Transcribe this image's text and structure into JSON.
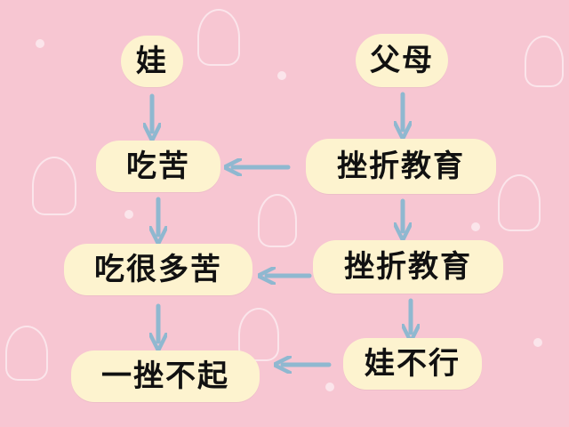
{
  "nodes": {
    "child": "娃",
    "parents": "父母",
    "suffer": "吃苦",
    "frustration_edu_1": "挫折教育",
    "suffer_a_lot": "吃很多苦",
    "frustration_edu_2": "挫折教育",
    "child_fails": "娃不行",
    "cannot_recover": "一挫不起"
  },
  "colors": {
    "background": "#f7c6d2",
    "node_fill": "#fdf3cf",
    "arrow": "#8fb8d0",
    "text": "#111111"
  }
}
